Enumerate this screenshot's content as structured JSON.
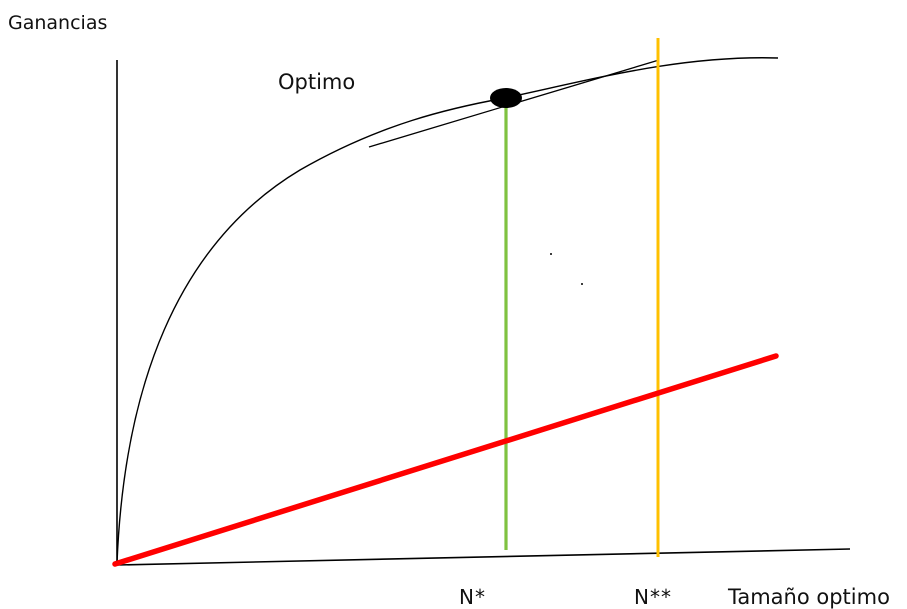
{
  "diagram": {
    "y_axis_label": "Ganancias",
    "x_axis_label": "Tamaño optimo",
    "optimum_label": "Optimo",
    "tick_n_star": "N*",
    "tick_n_double_star": "N**",
    "colors": {
      "axes": "#000000",
      "curve": "#000000",
      "tangent": "#000000",
      "optimum_point": "#000000",
      "cost_line": "#ff0000",
      "n_star_line": "#7fc241",
      "n_double_star_line": "#ffc000"
    }
  }
}
